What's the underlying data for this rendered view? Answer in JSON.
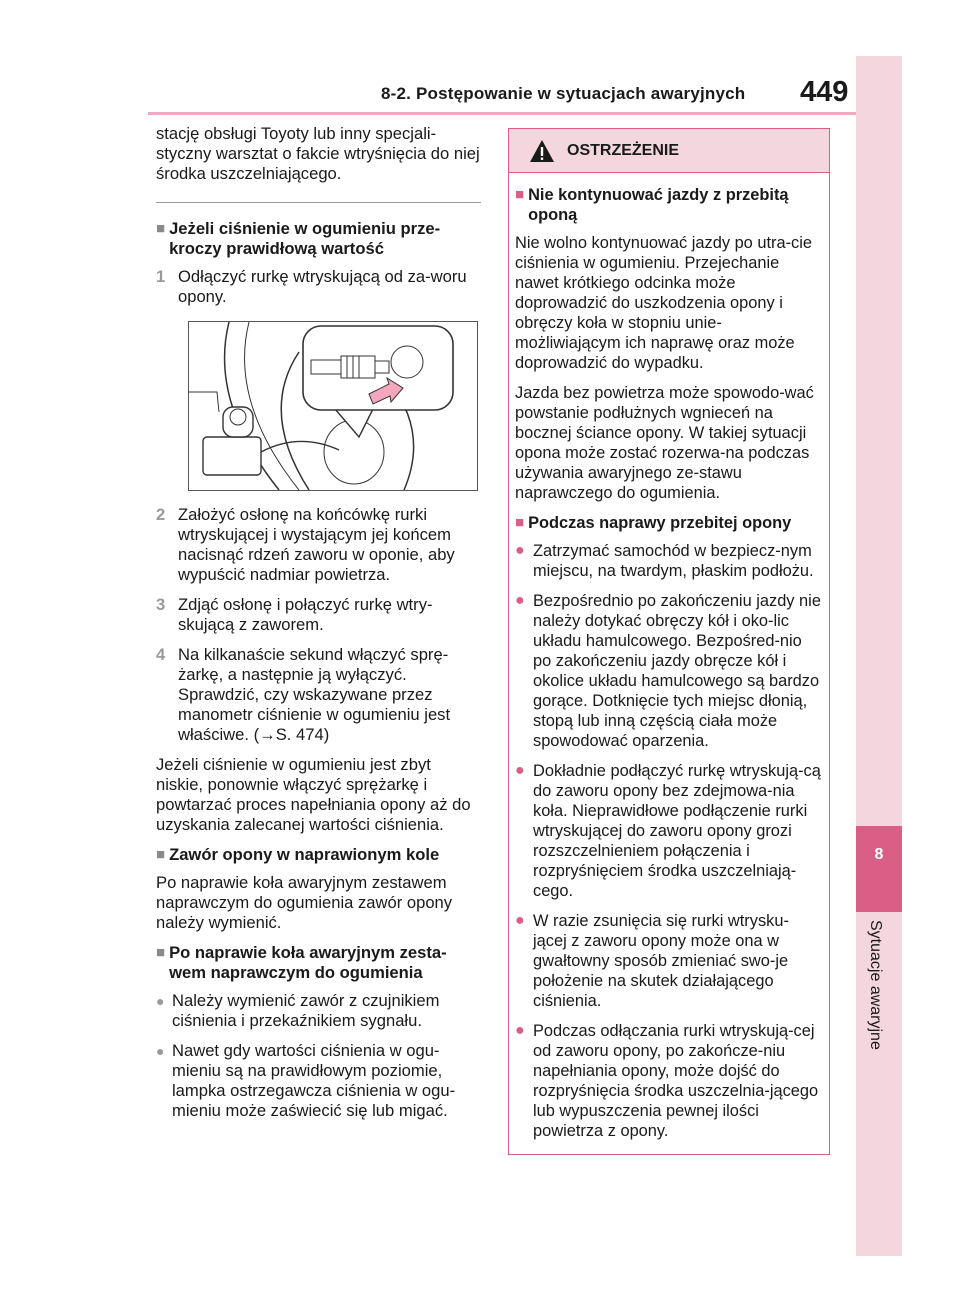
{
  "header": {
    "section": "8-2. Postępowanie w sytuacjach awaryjnych",
    "page_number": "449"
  },
  "side_tab": {
    "number": "8",
    "label": "Sytuacje awaryjne"
  },
  "left": {
    "intro": "stację obsługi Toyoty lub inny specjali-styczny warsztat o fakcie wtryśnięcia do niej środka uszczelniającego.",
    "heading1": "Jeżeli ciśnienie w ogumieniu prze-kroczy prawidłową wartość",
    "step1_num": "1",
    "step1": "Odłączyć rurkę wtryskującą od za-woru opony.",
    "step2_num": "2",
    "step2": "Założyć osłonę na końcówkę rurki wtryskującej i wystającym jej końcem nacisnąć rdzeń zaworu w oponie, aby wypuścić nadmiar powietrza.",
    "step3_num": "3",
    "step3": "Zdjąć osłonę i połączyć rurkę wtry-skującą z zaworem.",
    "step4_num": "4",
    "step4": "Na kilkanaście sekund włączyć sprę-żarkę, a następnie ją wyłączyć. Sprawdzić, czy wskazywane przez manometr ciśnienie w ogumieniu jest właściwe. (→S. 474)",
    "para_after": "Jeżeli ciśnienie w ogumieniu jest zbyt niskie, ponownie włączyć sprężarkę i powtarzać proces napełniania opony aż do uzyskania zalecanej wartości ciśnienia.",
    "heading2": "Zawór opony w naprawionym kole",
    "para2": "Po naprawie koła awaryjnym zestawem naprawczym do ogumienia zawór opony należy wymienić.",
    "heading3": "Po naprawie koła awaryjnym zesta-wem naprawczym do ogumienia",
    "bullets": [
      "Należy wymienić zawór z czujnikiem ciśnienia i przekaźnikiem sygnału.",
      "Nawet gdy wartości ciśnienia w ogu-mieniu są na prawidłowym poziomie, lampka ostrzegawcza ciśnienia w ogu-mieniu może zaświecić się lub migać."
    ]
  },
  "warning": {
    "title": "OSTRZEŻENIE",
    "heading1": "Nie kontynuować jazdy z przebitą oponą",
    "para1": "Nie wolno kontynuować jazdy po utra-cie ciśnienia w ogumieniu. Przejechanie nawet krótkiego odcinka może doprowadzić do uszkodzenia opony i obręczy koła w stopniu unie-możliwiającym ich naprawę oraz może doprowadzić do wypadku.",
    "para2": "Jazda bez powietrza może spowodo-wać powstanie podłużnych wgnieceń na bocznej ściance opony. W takiej sytuacji opona może zostać rozerwa-na podczas używania awaryjnego ze-stawu naprawczego do ogumienia.",
    "heading2": "Podczas naprawy przebitej opony",
    "bullets": [
      "Zatrzymać samochód w bezpiecz-nym miejscu, na twardym, płaskim podłożu.",
      "Bezpośrednio po zakończeniu jazdy nie należy dotykać obręczy kół i oko-lic układu hamulcowego. Bezpośred-nio po zakończeniu jazdy obręcze kół i okolice układu hamulcowego są bardzo gorące. Dotknięcie tych miejsc dłonią, stopą lub inną częścią ciała może spowodować oparzenia.",
      "Dokładnie podłączyć rurkę wtryskują-cą do zaworu opony bez zdejmowa-nia koła. Nieprawidłowe podłączenie rurki wtryskującej do zaworu opony grozi rozszczelnieniem połączenia i rozpryśnięciem środka uszczelniają-cego.",
      "W razie zsunięcia się rurki wtrysku-jącej z zaworu opony może ona w gwałtowny sposób zmieniać swo-je położenie na skutek działającego ciśnienia.",
      "Podczas odłączania rurki wtryskują-cej od zaworu opony, po zakończe-niu napełniania opony, może dojść do rozpryśnięcia środka uszczelnia-jącego lub wypuszczenia pewnej ilości powietrza z opony."
    ]
  },
  "icons": {
    "square_marker": "square-marker-icon",
    "round_bullet": "round-bullet-icon",
    "warning": "warning-triangle-icon"
  },
  "colors": {
    "accent": "#d95f86",
    "accent_light": "#f4d6df",
    "header_line": "#f2a9bf"
  }
}
